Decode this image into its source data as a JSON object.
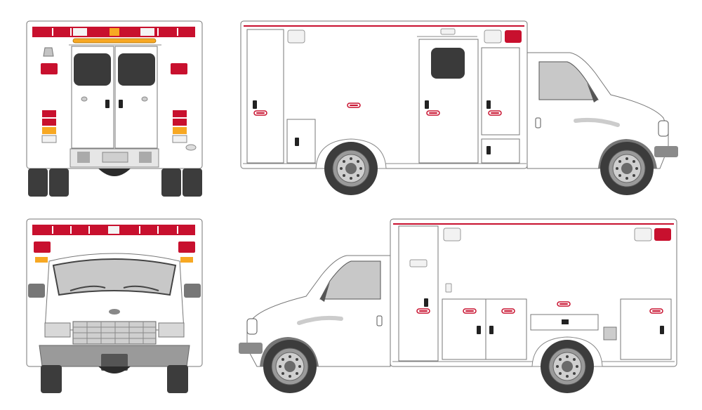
{
  "views": [
    {
      "id": "rear",
      "kind": "rear-view"
    },
    {
      "id": "left-side",
      "kind": "side-view"
    },
    {
      "id": "front",
      "kind": "front-view"
    },
    {
      "id": "right-side",
      "kind": "side-view"
    }
  ],
  "colors": {
    "body": "#ffffff",
    "outline": "#555555",
    "stripe_red": "#c8102e",
    "light_red": "#d0142c",
    "light_amber": "#f7a823",
    "light_clear": "#f0f0f0",
    "tire": "#3c3c3c",
    "glass": "#c8c8c8",
    "window_dark": "#3a3a3a",
    "bumper": "#8a8a8a"
  }
}
